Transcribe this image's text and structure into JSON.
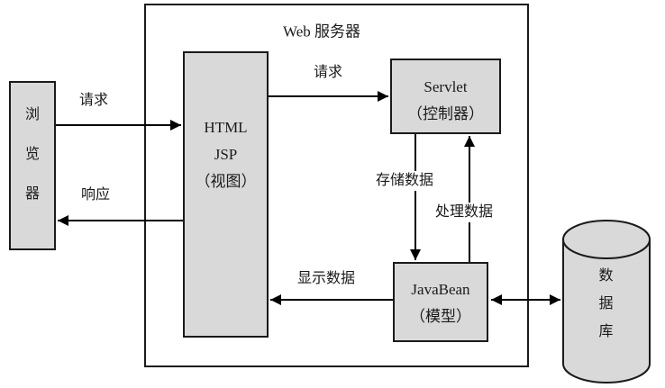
{
  "diagram": {
    "title": "Web 服务器",
    "nodes": {
      "browser": {
        "chars": [
          "浏",
          "览",
          "器"
        ]
      },
      "view": {
        "lines": [
          "HTML",
          "JSP",
          "（视图）"
        ]
      },
      "servlet": {
        "lines": [
          "Servlet",
          "（控制器）"
        ]
      },
      "javabean": {
        "lines": [
          "JavaBean",
          "（模型）"
        ]
      },
      "database": {
        "chars": [
          "数",
          "据",
          "库"
        ]
      }
    },
    "edges": {
      "request_browser_to_view": "请求",
      "response_view_to_browser": "响应",
      "request_view_to_servlet": "请求",
      "store_data": "存储数据",
      "process_data": "处理数据",
      "display_data": "显示数据"
    },
    "colors": {
      "node_fill": "#d9d9d9",
      "stroke": "#1a1a1a",
      "background": "#ffffff"
    }
  }
}
